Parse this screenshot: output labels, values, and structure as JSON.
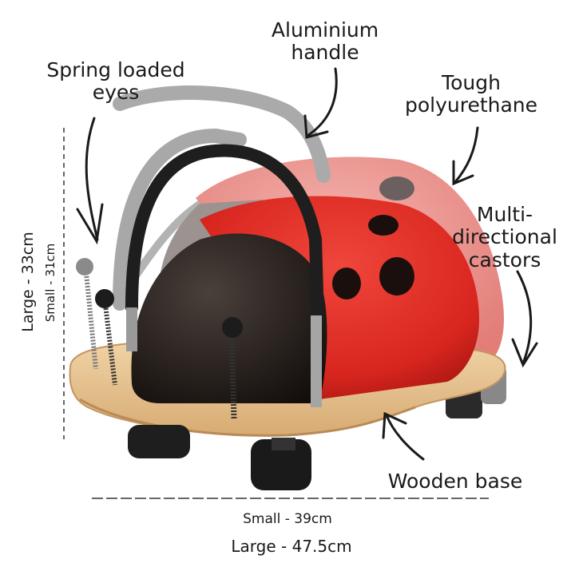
{
  "labels": {
    "spring_eyes": [
      "Spring loaded",
      "eyes"
    ],
    "handle": [
      "Aluminium",
      "handle"
    ],
    "shell": [
      "Tough",
      "polyurethane"
    ],
    "castors": [
      "Multi-",
      "directional",
      "castors"
    ],
    "base": "Wooden base"
  },
  "dimensions": {
    "height_large": "Large - 33cm",
    "height_small": "Small - 31cm",
    "width_small": "Small - 39cm",
    "width_large": "Large - 47.5cm"
  },
  "colors": {
    "shell_red": "#d8261f",
    "shell_dark": "#1a1412",
    "wood": "#e9c797",
    "handle_black": "#1e1e1e",
    "handle_grey": "#8c8c8c"
  }
}
